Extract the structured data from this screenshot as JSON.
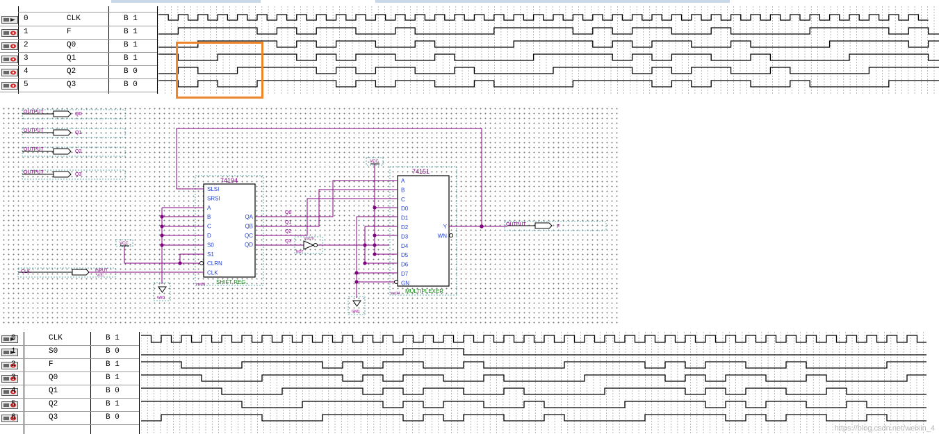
{
  "colors": {
    "wire": "#800080",
    "pin": "#1f3fd6",
    "chip_name": "#800080",
    "label_green": "#0a8a0a",
    "highlight": "#f0862a",
    "grid_dot": "#7a7a7a",
    "wave": "#000000"
  },
  "top_waveform": {
    "signals": [
      {
        "index": "0",
        "name": "CLK",
        "value": "B 1",
        "icon": "input-pin-icon"
      },
      {
        "index": "1",
        "name": "F",
        "value": "B 1",
        "icon": "output-pin-icon"
      },
      {
        "index": "2",
        "name": "Q0",
        "value": "B 1",
        "icon": "output-pin-icon"
      },
      {
        "index": "3",
        "name": "Q1",
        "value": "B 1",
        "icon": "output-pin-icon"
      },
      {
        "index": "4",
        "name": "Q2",
        "value": "B 0",
        "icon": "output-pin-icon"
      },
      {
        "index": "5",
        "name": "Q3",
        "value": "B 0",
        "icon": "output-pin-icon"
      }
    ]
  },
  "schematic": {
    "outputs": [
      {
        "tag": "OUTPUT",
        "label": "Q0"
      },
      {
        "tag": "OUTPUT",
        "label": "Q1"
      },
      {
        "tag": "OUTPUT",
        "label": "Q2"
      },
      {
        "tag": "OUTPUT",
        "label": "Q3"
      }
    ],
    "shift_reg": {
      "name": "74194",
      "caption": "SHIFT REG",
      "inst": "inst89",
      "left_pins": [
        "SLSI",
        "SRSI",
        "A",
        "B",
        "C",
        "D",
        "S0",
        "S1",
        "CLRN",
        "CLK"
      ],
      "right_pins": [
        "QA",
        "QB",
        "QC",
        "QD"
      ]
    },
    "mux": {
      "name": "74151",
      "caption": "MULTIPLEXER",
      "inst": "inst74",
      "left_pins": [
        "A",
        "B",
        "C",
        "D0",
        "D1",
        "D2",
        "D3",
        "D4",
        "D5",
        "D6",
        "D7",
        "GN"
      ],
      "right_pins": [
        "Y",
        "WN"
      ]
    },
    "net_labels": [
      "Q0",
      "Q1",
      "Q2",
      "Q3"
    ],
    "inverter": {
      "inst": "inst79",
      "sub": "NOT"
    },
    "vcc": "VCC",
    "gnd": "GND",
    "clk_input": {
      "net": "CLK",
      "tag": "INPUT",
      "sub": "VCC"
    },
    "f_output": {
      "tag": "OUTPUT",
      "label": "F"
    }
  },
  "bottom_waveform": {
    "signals": [
      {
        "index": "0",
        "name": "CLK",
        "value": "B 1",
        "icon": "input-pin-icon"
      },
      {
        "index": "1",
        "name": "S0",
        "value": "B 0",
        "icon": "input-pin-icon"
      },
      {
        "index": "2",
        "name": "F",
        "value": "B 1",
        "icon": "output-pin-icon"
      },
      {
        "index": "3",
        "name": "Q0",
        "value": "B 1",
        "icon": "output-pin-icon"
      },
      {
        "index": "4",
        "name": "Q1",
        "value": "B 0",
        "icon": "output-pin-icon"
      },
      {
        "index": "5",
        "name": "Q2",
        "value": "B 1",
        "icon": "output-pin-icon"
      },
      {
        "index": "6",
        "name": "Q3",
        "value": "B 0",
        "icon": "output-pin-icon"
      }
    ]
  },
  "watermark": "https://blog.csdn.net/weixin_4"
}
